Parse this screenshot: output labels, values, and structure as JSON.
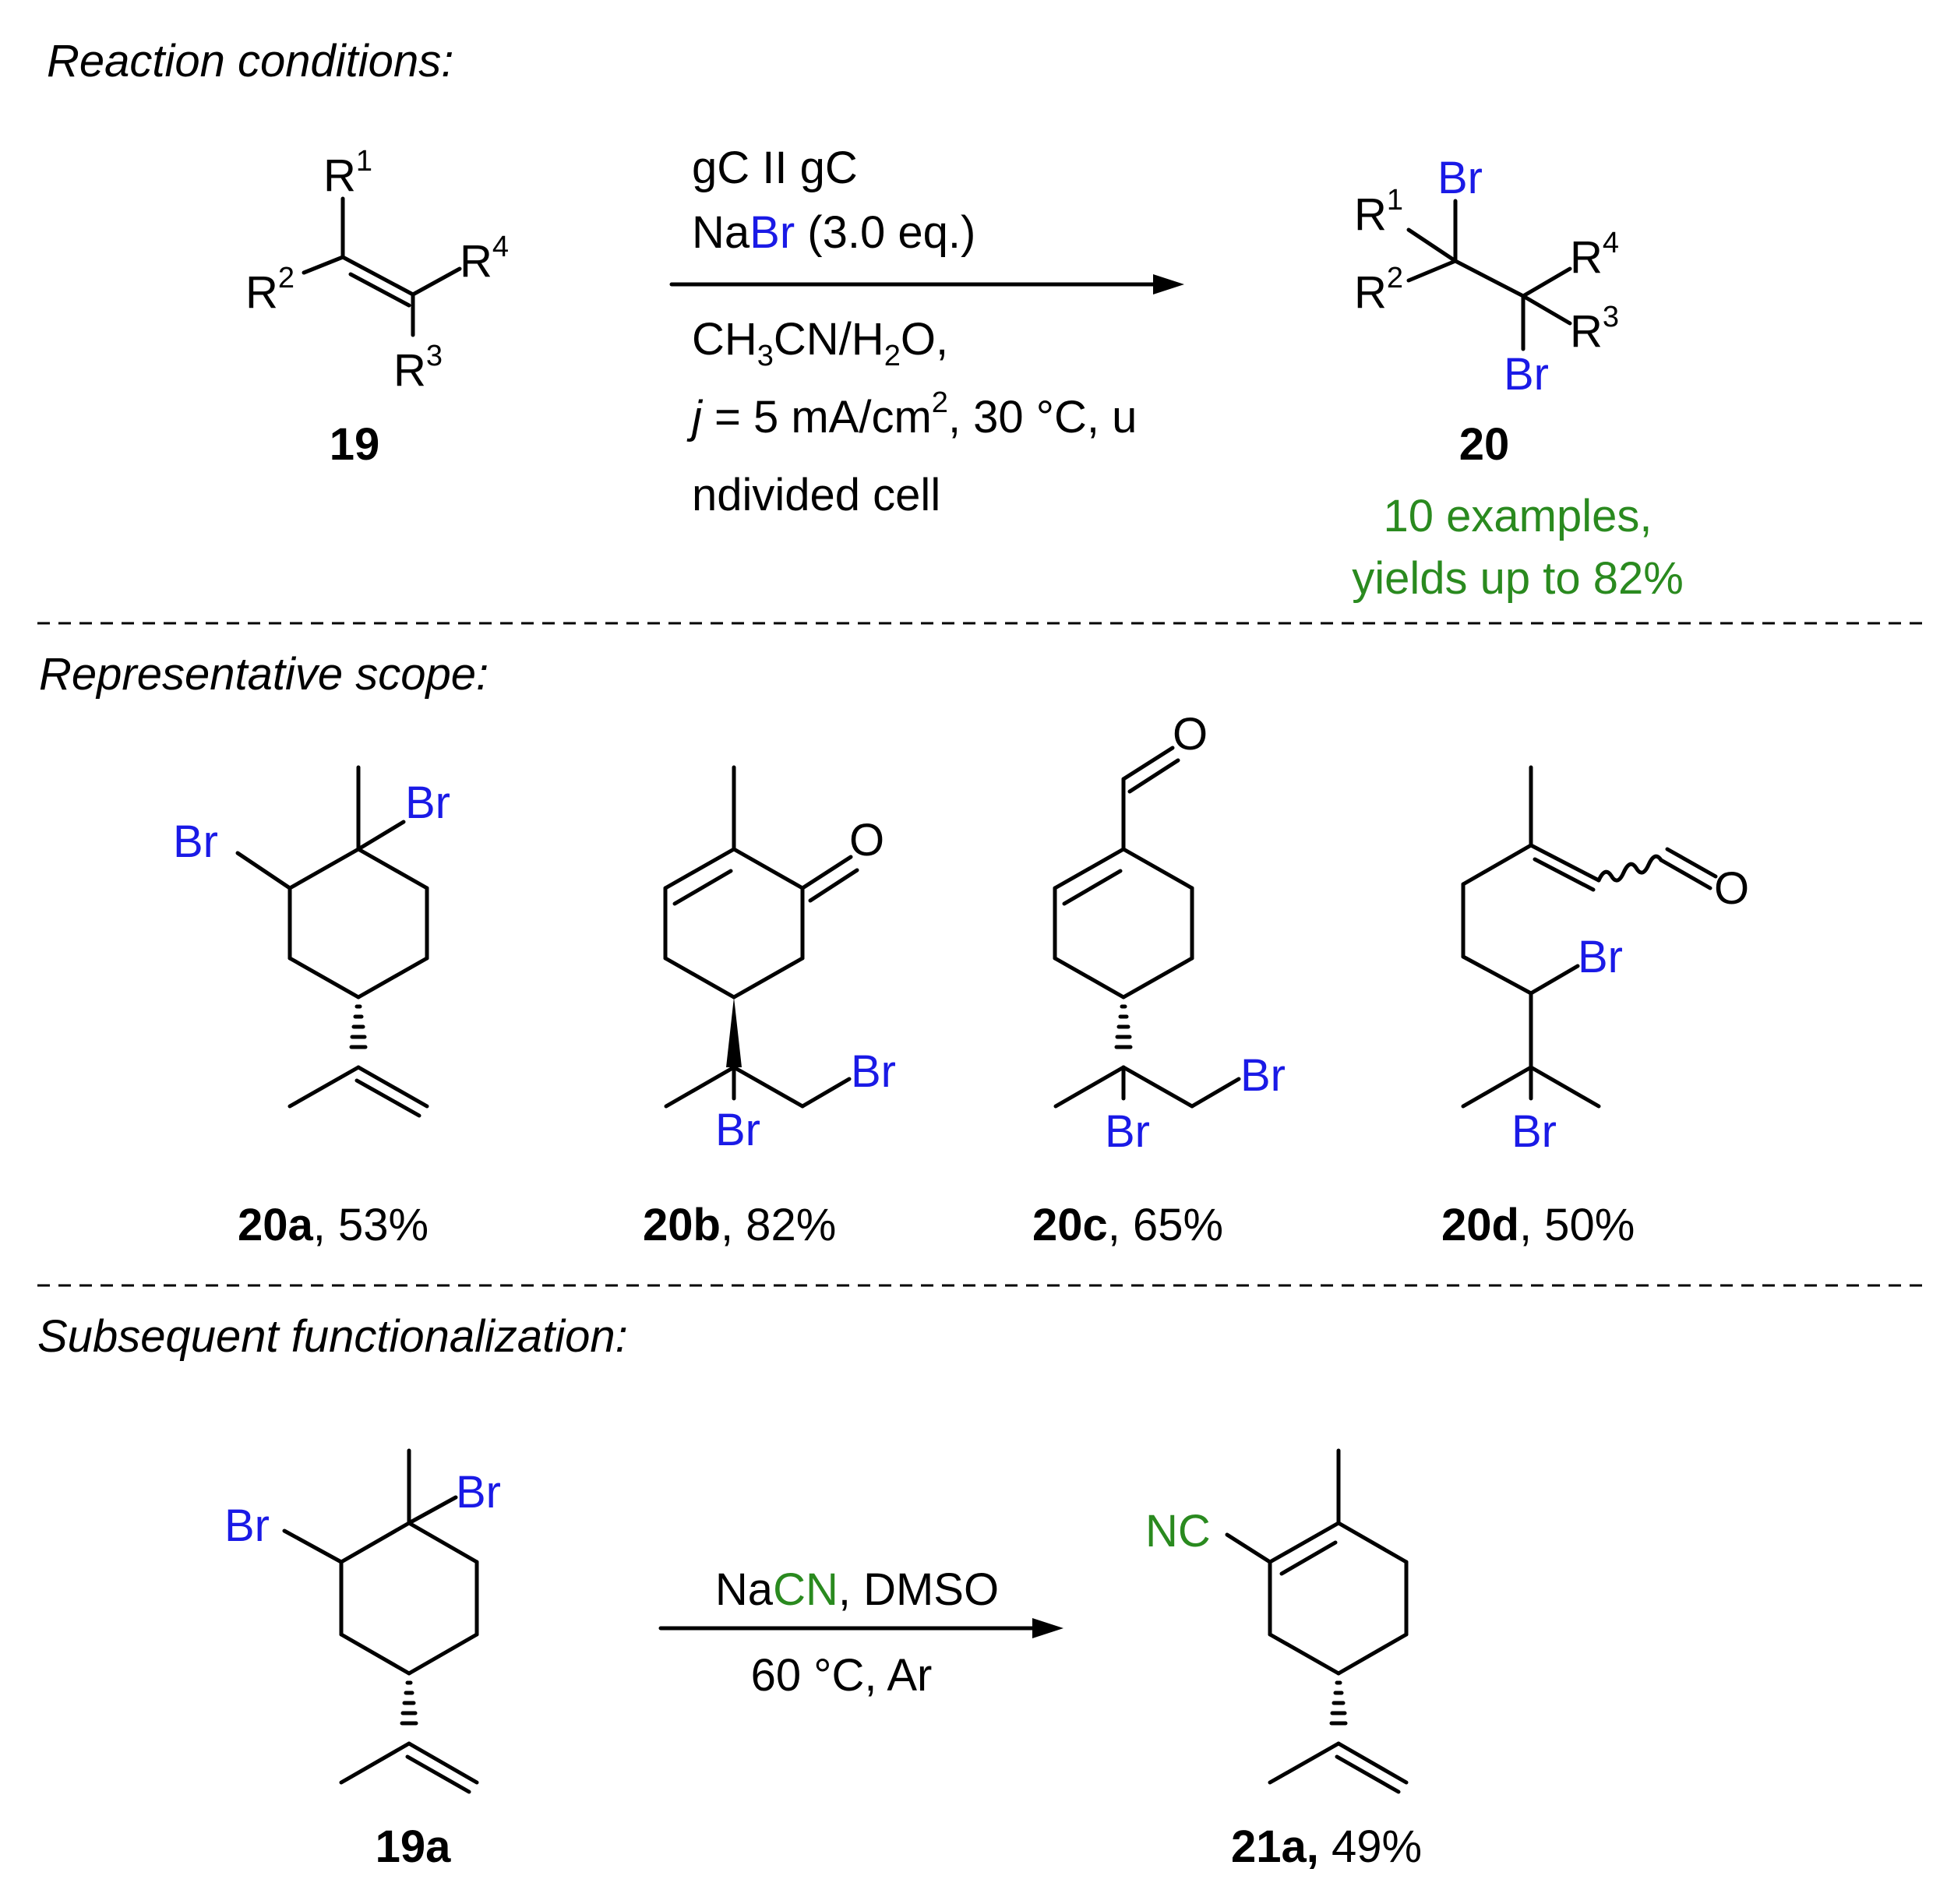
{
  "sections": {
    "reaction_conditions": "Reaction conditions:",
    "representative_scope": "Representative scope:",
    "subsequent_functionalization": "Subsequent functionalization:"
  },
  "reaction1": {
    "substituents": {
      "r1": "R",
      "r1_sup": "1",
      "r2": "R",
      "r2_sup": "2",
      "r3": "R",
      "r3_sup": "3",
      "r4": "R",
      "r4_sup": "4"
    },
    "bromine": "Br",
    "conditions": {
      "line1": "gC II gC",
      "line2_pre": "Na",
      "line2_br": "Br",
      "line2_post": " (3.0 eq.)",
      "line3_a": "CH",
      "line3_sub3": "3",
      "line3_b": "CN/H",
      "line3_sub2": "2",
      "line3_c": "O,",
      "line4_j": "j",
      "line4_a": " = 5 mA/cm",
      "line4_sup": "2",
      "line4_b": ", 30 °C,  u",
      "line5": "ndivided cell"
    },
    "reactant_label": "19",
    "product_label": "20",
    "summary_line1": "10 examples,",
    "summary_line2": "yields up to 82%"
  },
  "scope": [
    {
      "label": "20a",
      "yield": ", 53%"
    },
    {
      "label": "20b",
      "yield": ", 82%"
    },
    {
      "label": "20c",
      "yield": ", 65%"
    },
    {
      "label": "20d",
      "yield": ", 50%"
    }
  ],
  "atoms": {
    "br": "Br",
    "o": "O"
  },
  "reaction2": {
    "reagent_pre": "Na",
    "reagent_cn": "CN",
    "reagent_post": ", DMSO",
    "conditions": "60 °C, Ar",
    "reactant_label": "19a",
    "product_label": "21a,",
    "product_yield": " 49%",
    "nitrile": "NC"
  },
  "colors": {
    "bromine": "#1a1ae6",
    "cyano": "#2a8a1f",
    "summary": "#2a8a1f"
  }
}
